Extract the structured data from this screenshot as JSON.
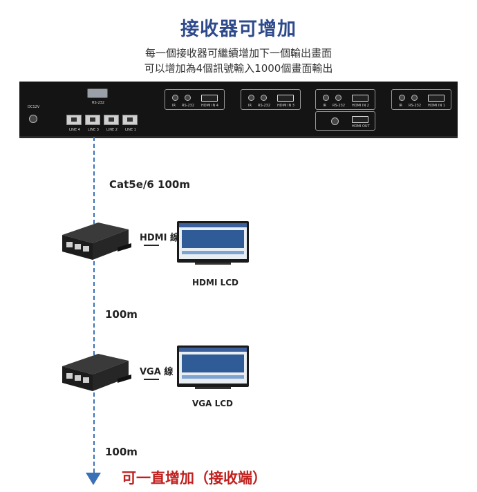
{
  "header": {
    "title": "接收器可增加",
    "line1": "每一個接收器可繼續增加下一個輸出畫面",
    "line2": "可以增加為4個訊號輸入1000個畫面輸出"
  },
  "panel": {
    "dc": "DC12V",
    "rs232_top": "RS-232",
    "line_labels": [
      "LINE 4",
      "LINE 3",
      "LINE 2",
      "LINE 1"
    ],
    "groups": [
      {
        "ir": "IR",
        "rs": "RS-232",
        "hdmi": "HDMI IN 4"
      },
      {
        "ir": "IR",
        "rs": "RS-232",
        "hdmi": "HDMI IN 3"
      },
      {
        "ir": "IR",
        "rs": "RS-232",
        "hdmi": "HDMI IN 2"
      },
      {
        "ir": "IR",
        "rs": "RS-232",
        "hdmi": "HDMI IN 1"
      }
    ],
    "hdmi_out": "HDMI OUT"
  },
  "labels": {
    "cable": "Cat5e/6 100m",
    "hdmi_cable": "HDMI 線",
    "hdmi_lcd": "HDMI LCD",
    "dist1": "100m",
    "vga_cable": "VGA 線",
    "vga_lcd": "VGA LCD",
    "dist2": "100m",
    "bottom": "可一直增加（接收端）"
  }
}
